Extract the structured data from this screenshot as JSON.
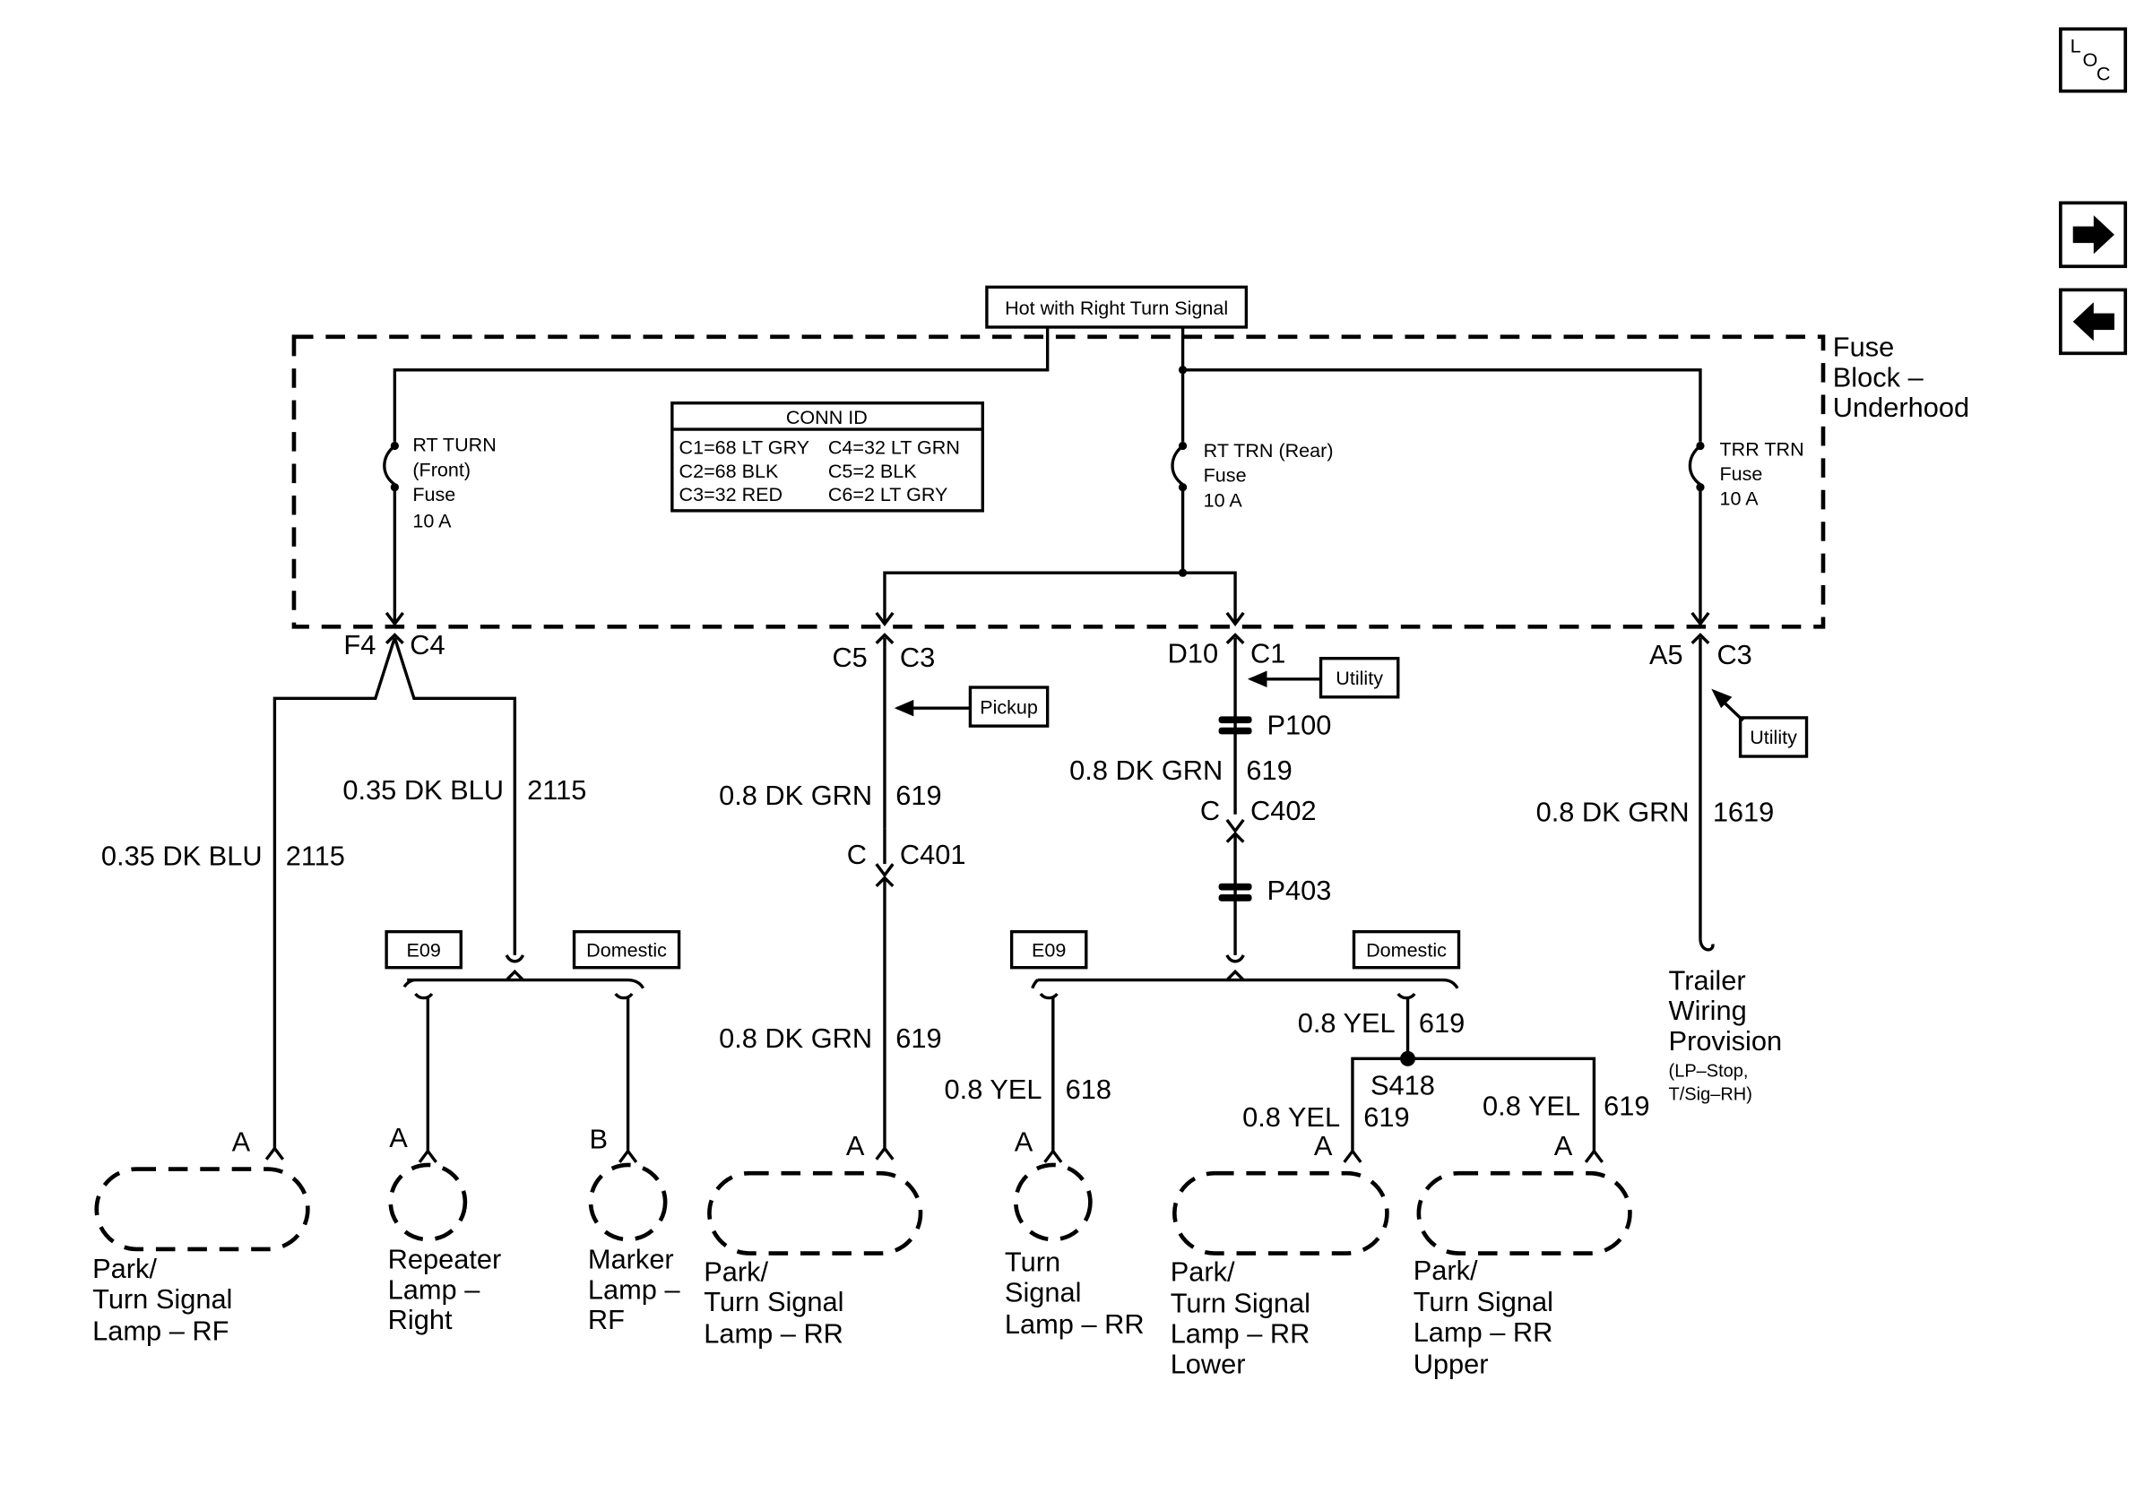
{
  "nav": {
    "loc_label": [
      "L",
      "O",
      "C"
    ]
  },
  "source_label": "Hot with Right Turn Signal",
  "fuse_block": {
    "name": [
      "Fuse",
      "Block –",
      "Underhood"
    ]
  },
  "conn_id": {
    "title": "CONN ID",
    "rows": [
      [
        "C1=68 LT GRY",
        "C4=32 LT GRN"
      ],
      [
        "C2=68 BLK",
        "C5=2 BLK"
      ],
      [
        "C3=32 RED",
        "C6=2 LT GRY"
      ]
    ]
  },
  "fuses": [
    {
      "lines": [
        "RT TURN",
        "(Front)",
        "Fuse",
        "10 A"
      ]
    },
    {
      "lines": [
        "RT TRN (Rear)",
        "Fuse",
        "10 A"
      ]
    },
    {
      "lines": [
        "TRR TRN",
        "Fuse",
        "10 A"
      ]
    }
  ],
  "connectors": {
    "f4": "F4",
    "c4": "C4",
    "c5": "C5",
    "c3a": "C3",
    "d10": "D10",
    "c1": "C1",
    "a5": "A5",
    "c3b": "C3",
    "c_401": "C",
    "c401": "C401",
    "c_402": "C",
    "c402": "C402",
    "p100": "P100",
    "p403": "P403",
    "s418": "S418"
  },
  "tags": {
    "pickup": "Pickup",
    "utility": "Utility",
    "e09": "E09",
    "domestic": "Domestic"
  },
  "wires": [
    {
      "gauge_color": "0.35 DK BLU",
      "circuit": "2115"
    },
    {
      "gauge_color": "0.35 DK BLU",
      "circuit": "2115"
    },
    {
      "gauge_color": "0.8 DK GRN",
      "circuit": "619"
    },
    {
      "gauge_color": "0.8 DK GRN",
      "circuit": "619"
    },
    {
      "gauge_color": "0.8 DK GRN",
      "circuit": "619"
    },
    {
      "gauge_color": "0.8 DK GRN",
      "circuit": "1619"
    },
    {
      "gauge_color": "0.8 YEL",
      "circuit": "618"
    },
    {
      "gauge_color": "0.8 YEL",
      "circuit": "619"
    },
    {
      "gauge_color": "0.8 YEL",
      "circuit": "619"
    },
    {
      "gauge_color": "0.8 YEL",
      "circuit": "619"
    }
  ],
  "pins": {
    "a": "A",
    "b": "B"
  },
  "components": [
    {
      "lines": [
        "Park/",
        "Turn Signal",
        "Lamp – RF"
      ]
    },
    {
      "lines": [
        "Repeater",
        "Lamp –",
        "Right"
      ]
    },
    {
      "lines": [
        "Marker",
        "Lamp –",
        "RF"
      ]
    },
    {
      "lines": [
        "Park/",
        "Turn Signal",
        "Lamp – RR"
      ]
    },
    {
      "lines": [
        "Turn",
        "Signal",
        "Lamp – RR"
      ]
    },
    {
      "lines": [
        "Park/",
        "Turn Signal",
        "Lamp – RR",
        "Lower"
      ]
    },
    {
      "lines": [
        "Park/",
        "Turn Signal",
        "Lamp – RR",
        "Upper"
      ]
    }
  ],
  "trailer": {
    "lines": [
      "Trailer",
      "Wiring",
      "Provision"
    ],
    "note": [
      "(LP–Stop,",
      "T/Sig–RH)"
    ]
  }
}
